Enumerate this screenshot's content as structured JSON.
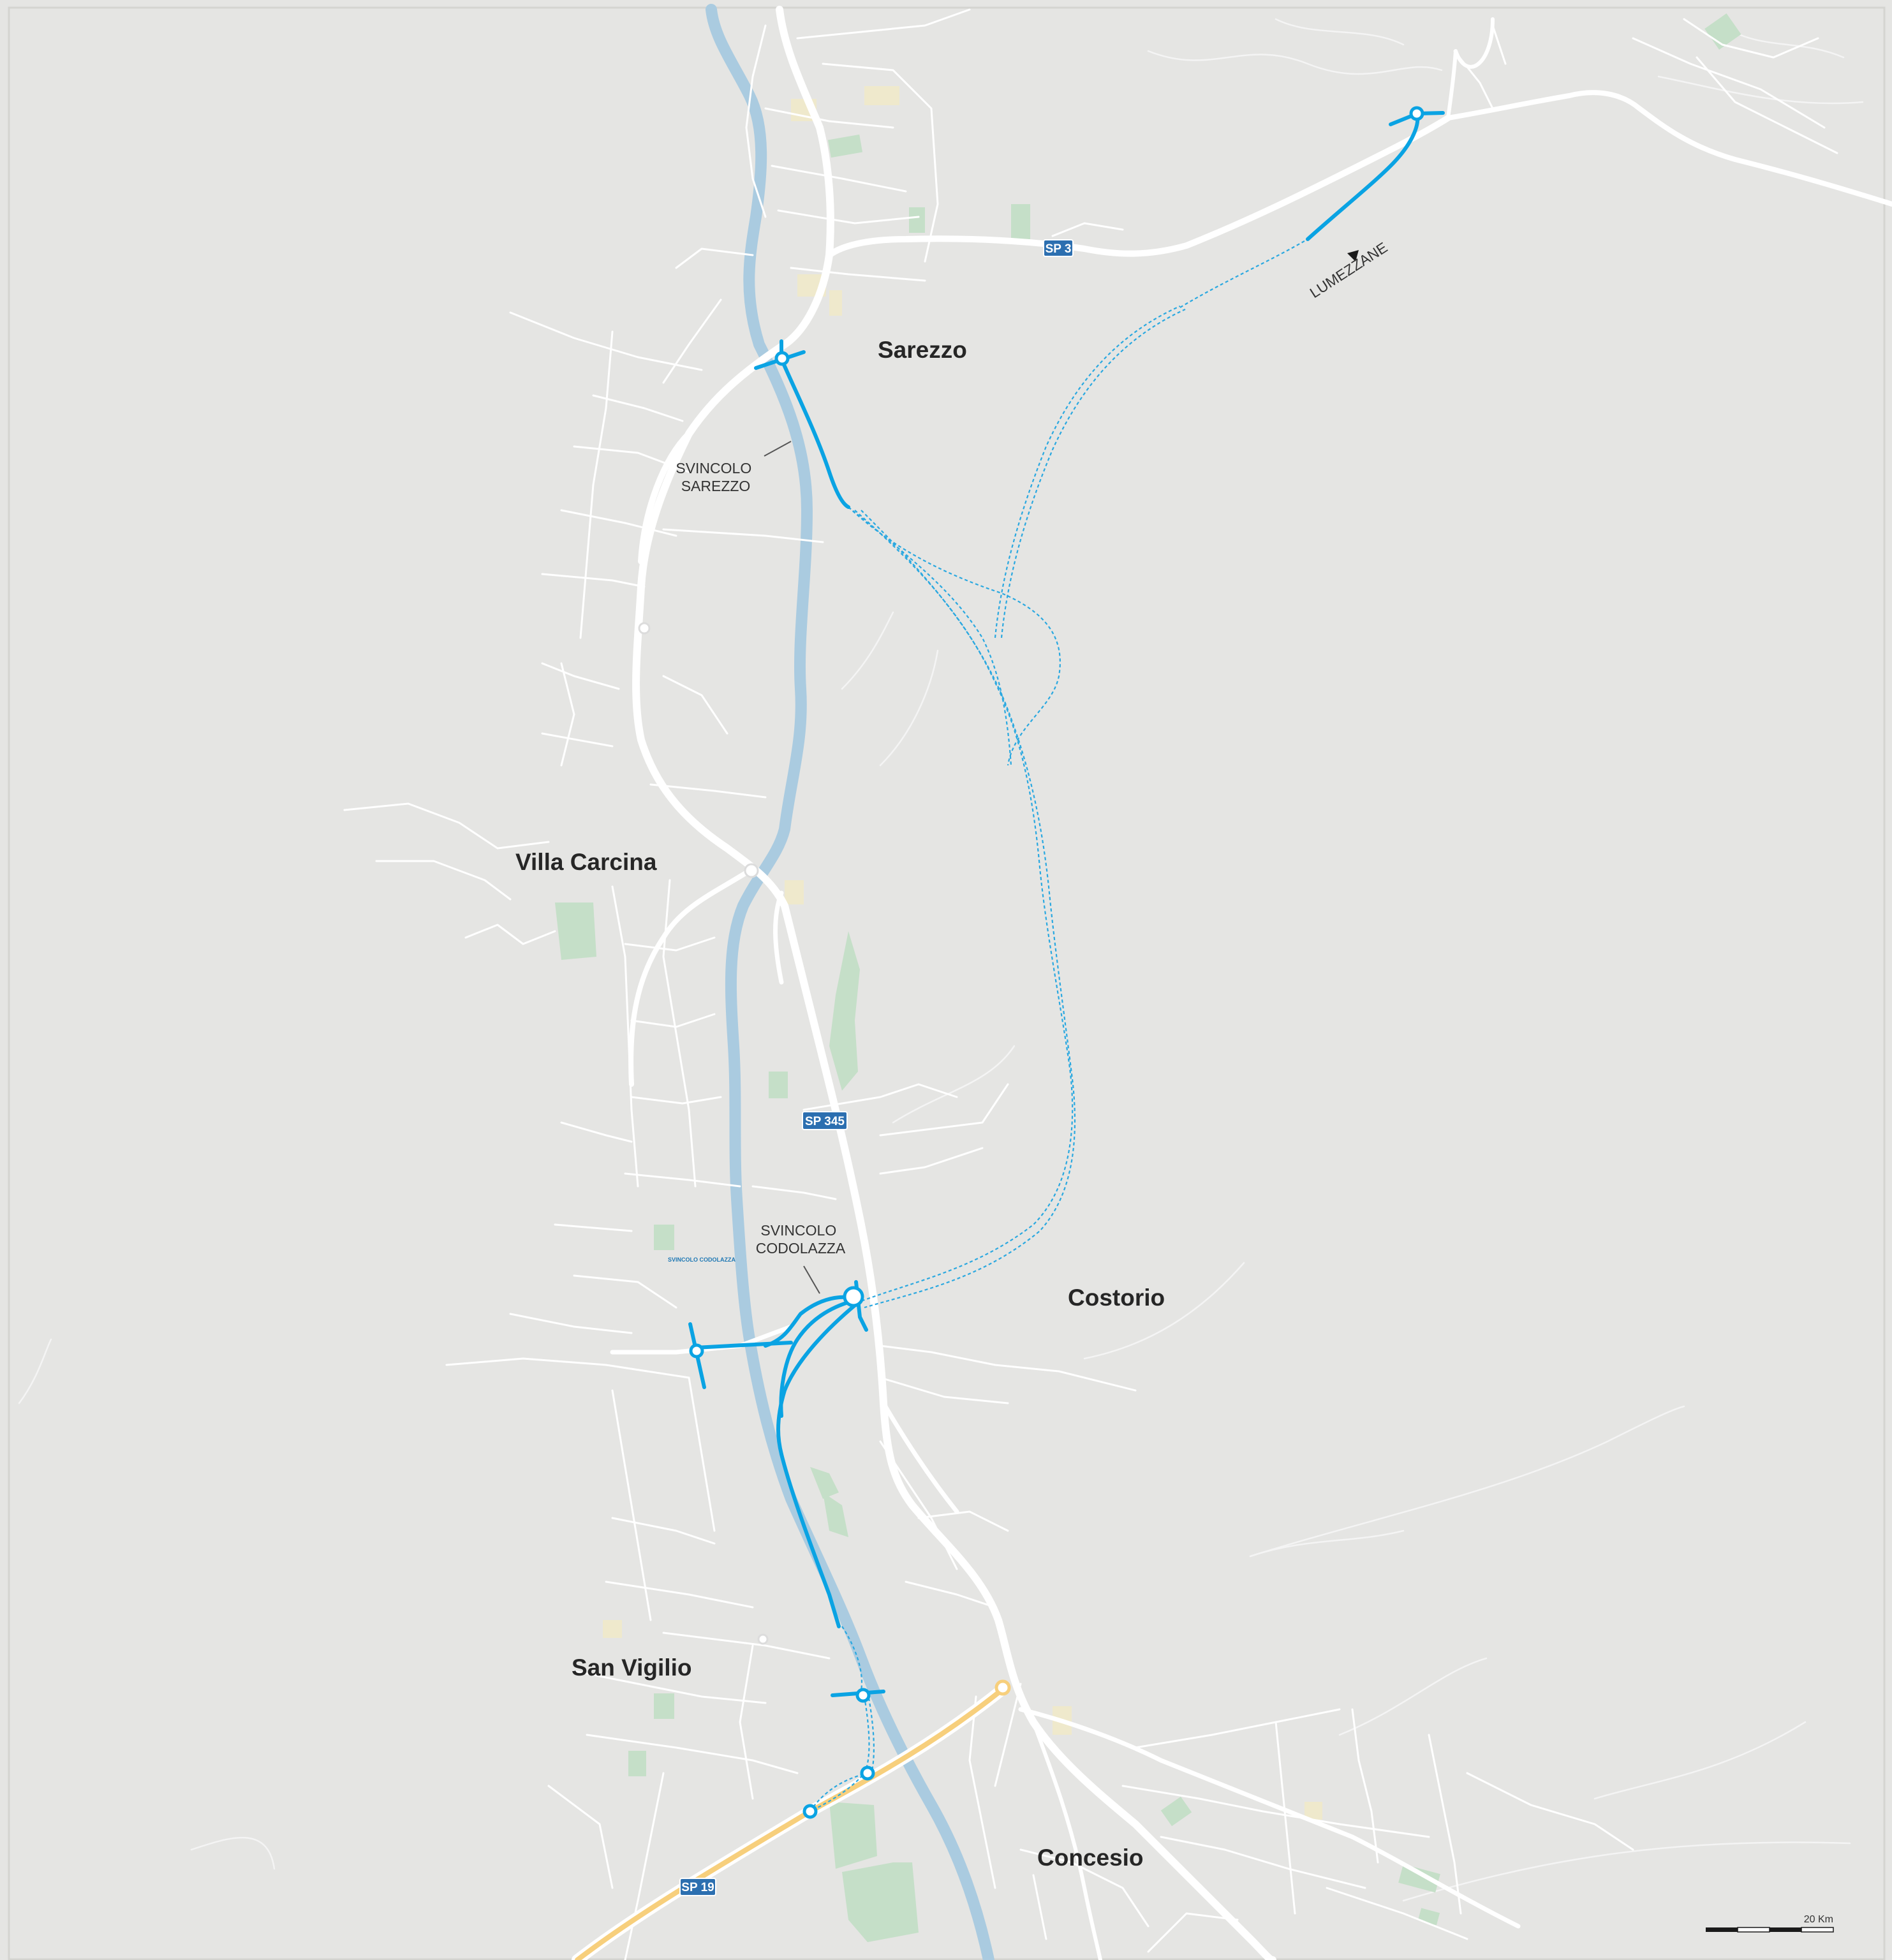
{
  "map": {
    "towns": {
      "sarezzo": "Sarezzo",
      "villa_carcina": "Villa Carcina",
      "costorio": "Costorio",
      "san_vigilio": "San Vigilio",
      "concesio": "Concesio"
    },
    "interchanges": {
      "sarezzo": [
        "SVINCOLO",
        "SAREZZO"
      ],
      "codolazza": [
        "SVINCOLO",
        "CODOLAZZA"
      ],
      "codolazza_small": "SVINCOLO CODOLAZZA"
    },
    "direction_label": "LUMEZZANE",
    "road_shields": {
      "sp3": "SP 3",
      "sp345": "SP 345",
      "sp19": "SP 19"
    },
    "scale_label": "20 Km",
    "colors": {
      "background": "#e5e5e3",
      "river": "#aacbe0",
      "project_road": "#0aa3e3",
      "highway_sp19": "#f7cf7c",
      "park": "#c5dfc8",
      "shield": "#2c6fb0"
    }
  }
}
